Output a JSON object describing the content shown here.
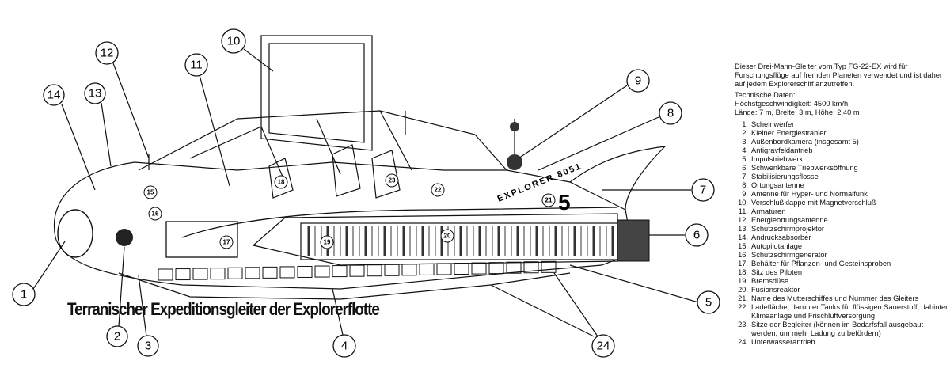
{
  "title": "Terranischer Expeditionsgleiter der Explorerflotte",
  "hull_markings": {
    "name": "EXPLORER 8051",
    "number": "5"
  },
  "callouts": [
    "1",
    "2",
    "3",
    "4",
    "5",
    "6",
    "7",
    "8",
    "9",
    "10",
    "11",
    "12",
    "13",
    "14",
    "15",
    "16",
    "17",
    "18",
    "19",
    "20",
    "21",
    "22",
    "23",
    "24"
  ],
  "legend": {
    "intro": "Dieser Drei-Mann-Gleiter vom Typ FG-22-EX wird für Forschungsflüge auf fremden Planeten verwendet und ist daher auf jedem Explorerschiff anzutreffen.",
    "tech_heading": "Technische Daten:",
    "speed": "Höchstgeschwindigkeit: 4500 km/h",
    "dimensions": "Länge: 7 m, Breite: 3 m, Höhe: 2,40 m",
    "items": [
      {
        "n": "1.",
        "text": "Scheinwerfer"
      },
      {
        "n": "2.",
        "text": "Kleiner Energiestrahler"
      },
      {
        "n": "3.",
        "text": "Außenbordkamera (insgesamt 5)"
      },
      {
        "n": "4.",
        "text": "Antigravfeldantrieb"
      },
      {
        "n": "5.",
        "text": "Impulstriebwerk"
      },
      {
        "n": "6.",
        "text": "Schwenkbare Triebwerksöffnung"
      },
      {
        "n": "7.",
        "text": "Stabilisierungsflosse"
      },
      {
        "n": "8.",
        "text": "Ortungsantenne"
      },
      {
        "n": "9.",
        "text": "Antenne für Hyper- und Normalfunk"
      },
      {
        "n": "10.",
        "text": "Verschlußklappe mit Magnetverschluß"
      },
      {
        "n": "11.",
        "text": "Armaturen"
      },
      {
        "n": "12.",
        "text": "Energieortungsantenne"
      },
      {
        "n": "13.",
        "text": "Schutzschirmprojektor"
      },
      {
        "n": "14.",
        "text": "Andrucksabsorber"
      },
      {
        "n": "15.",
        "text": "Autopilotanlage"
      },
      {
        "n": "16.",
        "text": "Schutzschirmgenerator"
      },
      {
        "n": "17.",
        "text": "Behälter für Pflanzen- und Gesteinsproben"
      },
      {
        "n": "18.",
        "text": "Sitz des Piloten"
      },
      {
        "n": "19.",
        "text": "Bremsdüse"
      },
      {
        "n": "20.",
        "text": "Fusionsreaktor"
      },
      {
        "n": "21.",
        "text": "Name des Mutterschiffes und Nummer des Gleiters"
      },
      {
        "n": "22.",
        "text": "Ladefläche, darunter Tanks für flüssigen Sauerstoff, dahinter Klimaanlage und Frischluftversorgung"
      },
      {
        "n": "23.",
        "text": "Sitze der Begleiter (können im Bedarfsfall ausgebaut werden, um mehr Ladung zu befördern)"
      },
      {
        "n": "24.",
        "text": "Unterwasserantrieb"
      }
    ]
  }
}
